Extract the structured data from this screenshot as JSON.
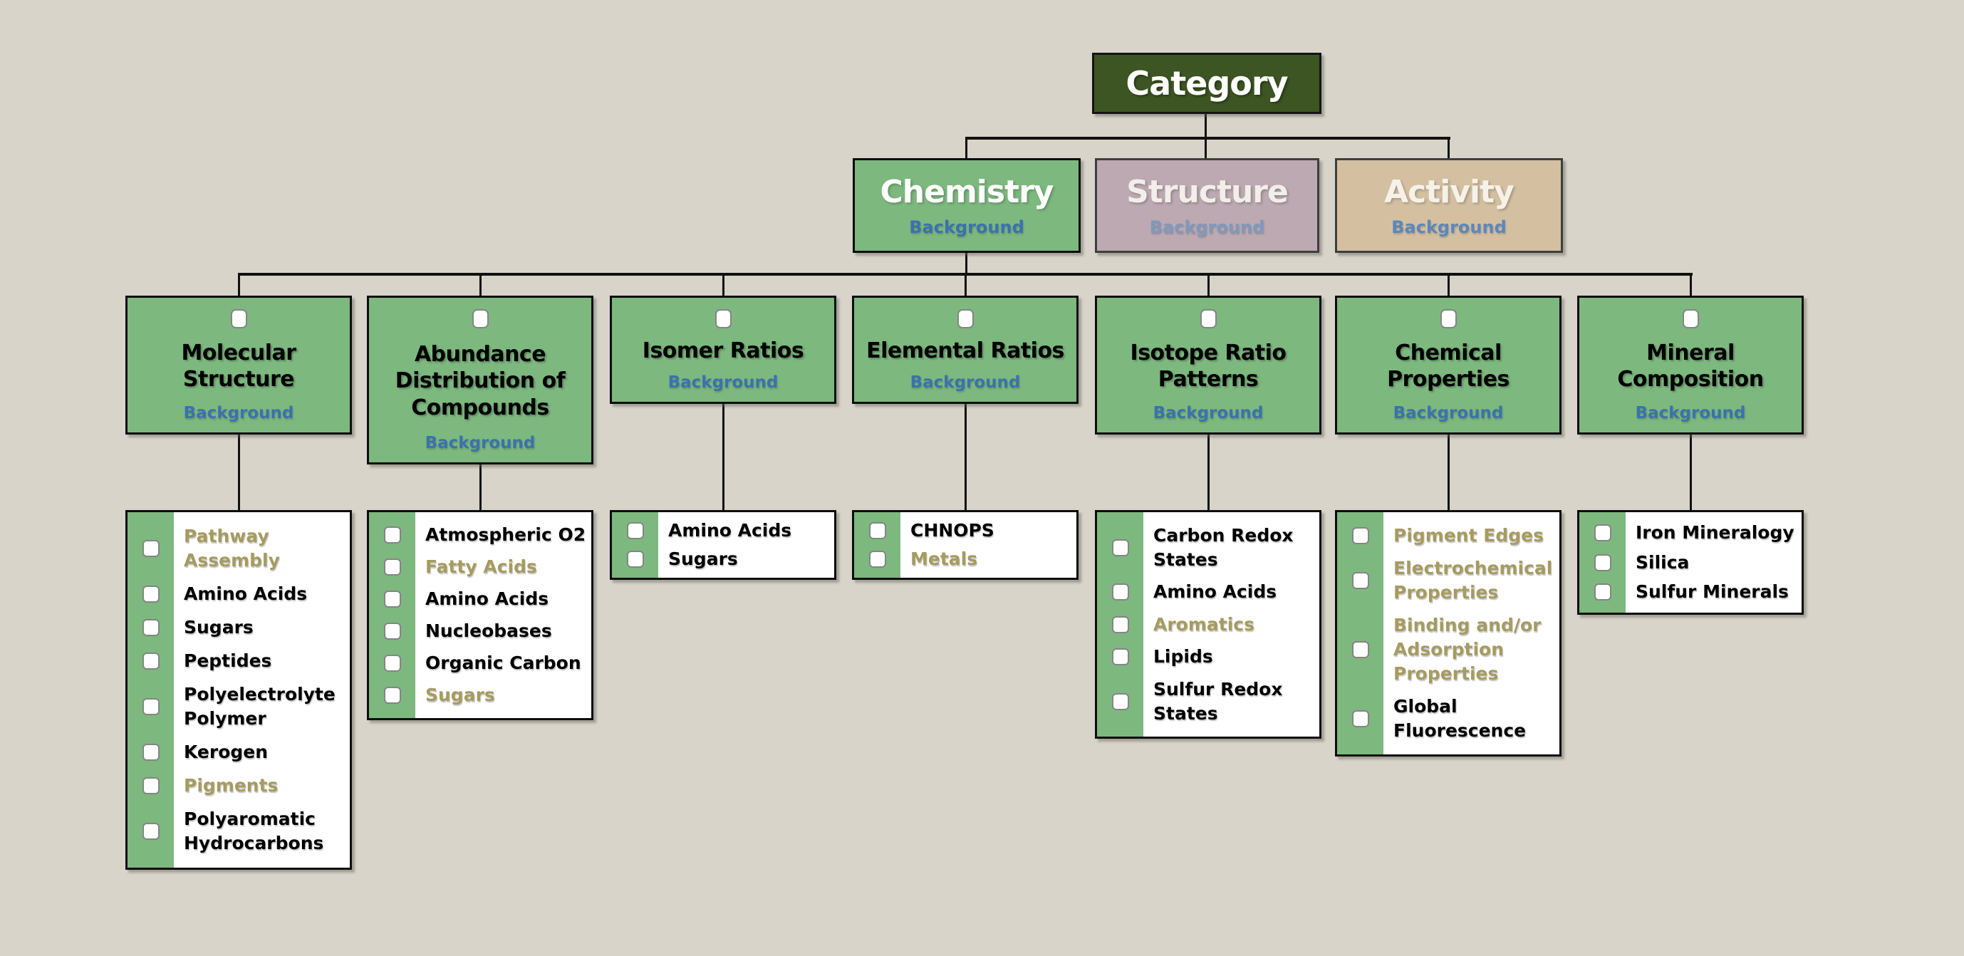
{
  "palette": {
    "page_background": "#d8d4c9",
    "root_green": "#3c5522",
    "node_green": "#7db87f",
    "structure_mauve": "#bda9b1",
    "activity_tan": "#d4c0a1",
    "link_blue": "#3a72ae",
    "muted_link_blue": "#7e99bd",
    "highlight_olive": "#a69b60"
  },
  "root": {
    "label": "Category"
  },
  "branches": [
    {
      "label": "Chemistry",
      "link": "Background"
    },
    {
      "label": "Structure",
      "link": "Background"
    },
    {
      "label": "Activity",
      "link": "Background"
    }
  ],
  "categories": [
    {
      "title": "Molecular Structure",
      "link": "Background",
      "items": [
        {
          "label": "Pathway Assembly",
          "highlighted": true
        },
        {
          "label": "Amino Acids",
          "highlighted": false
        },
        {
          "label": "Sugars",
          "highlighted": false
        },
        {
          "label": "Peptides",
          "highlighted": false
        },
        {
          "label": "Polyelectrolyte Polymer",
          "highlighted": false
        },
        {
          "label": "Kerogen",
          "highlighted": false
        },
        {
          "label": "Pigments",
          "highlighted": true
        },
        {
          "label": "Polyaromatic Hydrocarbons",
          "highlighted": false
        }
      ]
    },
    {
      "title": "Abundance Distribution of Compounds",
      "link": "Background",
      "items": [
        {
          "label": "Atmospheric O2",
          "highlighted": false
        },
        {
          "label": "Fatty Acids",
          "highlighted": true
        },
        {
          "label": "Amino Acids",
          "highlighted": false
        },
        {
          "label": "Nucleobases",
          "highlighted": false
        },
        {
          "label": "Organic Carbon",
          "highlighted": false
        },
        {
          "label": "Sugars",
          "highlighted": true
        }
      ]
    },
    {
      "title": "Isomer Ratios",
      "link": "Background",
      "items": [
        {
          "label": "Amino Acids",
          "highlighted": false
        },
        {
          "label": "Sugars",
          "highlighted": false
        }
      ]
    },
    {
      "title": "Elemental Ratios",
      "link": "Background",
      "items": [
        {
          "label": "CHNOPS",
          "highlighted": false
        },
        {
          "label": "Metals",
          "highlighted": true
        }
      ]
    },
    {
      "title": "Isotope Ratio Patterns",
      "link": "Background",
      "items": [
        {
          "label": "Carbon Redox States",
          "highlighted": false
        },
        {
          "label": "Amino Acids",
          "highlighted": false
        },
        {
          "label": "Aromatics",
          "highlighted": true
        },
        {
          "label": "Lipids",
          "highlighted": false
        },
        {
          "label": "Sulfur Redox States",
          "highlighted": false
        }
      ]
    },
    {
      "title": "Chemical Properties",
      "link": "Background",
      "items": [
        {
          "label": "Pigment Edges",
          "highlighted": true
        },
        {
          "label": "Electrochemical Properties",
          "highlighted": true
        },
        {
          "label": "Binding and/or Adsorption Properties",
          "highlighted": true
        },
        {
          "label": "Global Fluorescence",
          "highlighted": false
        }
      ]
    },
    {
      "title": "Mineral Composition",
      "link": "Background",
      "items": [
        {
          "label": "Iron Mineralogy",
          "highlighted": false
        },
        {
          "label": "Silica",
          "highlighted": false
        },
        {
          "label": "Sulfur Minerals",
          "highlighted": false
        }
      ]
    }
  ]
}
